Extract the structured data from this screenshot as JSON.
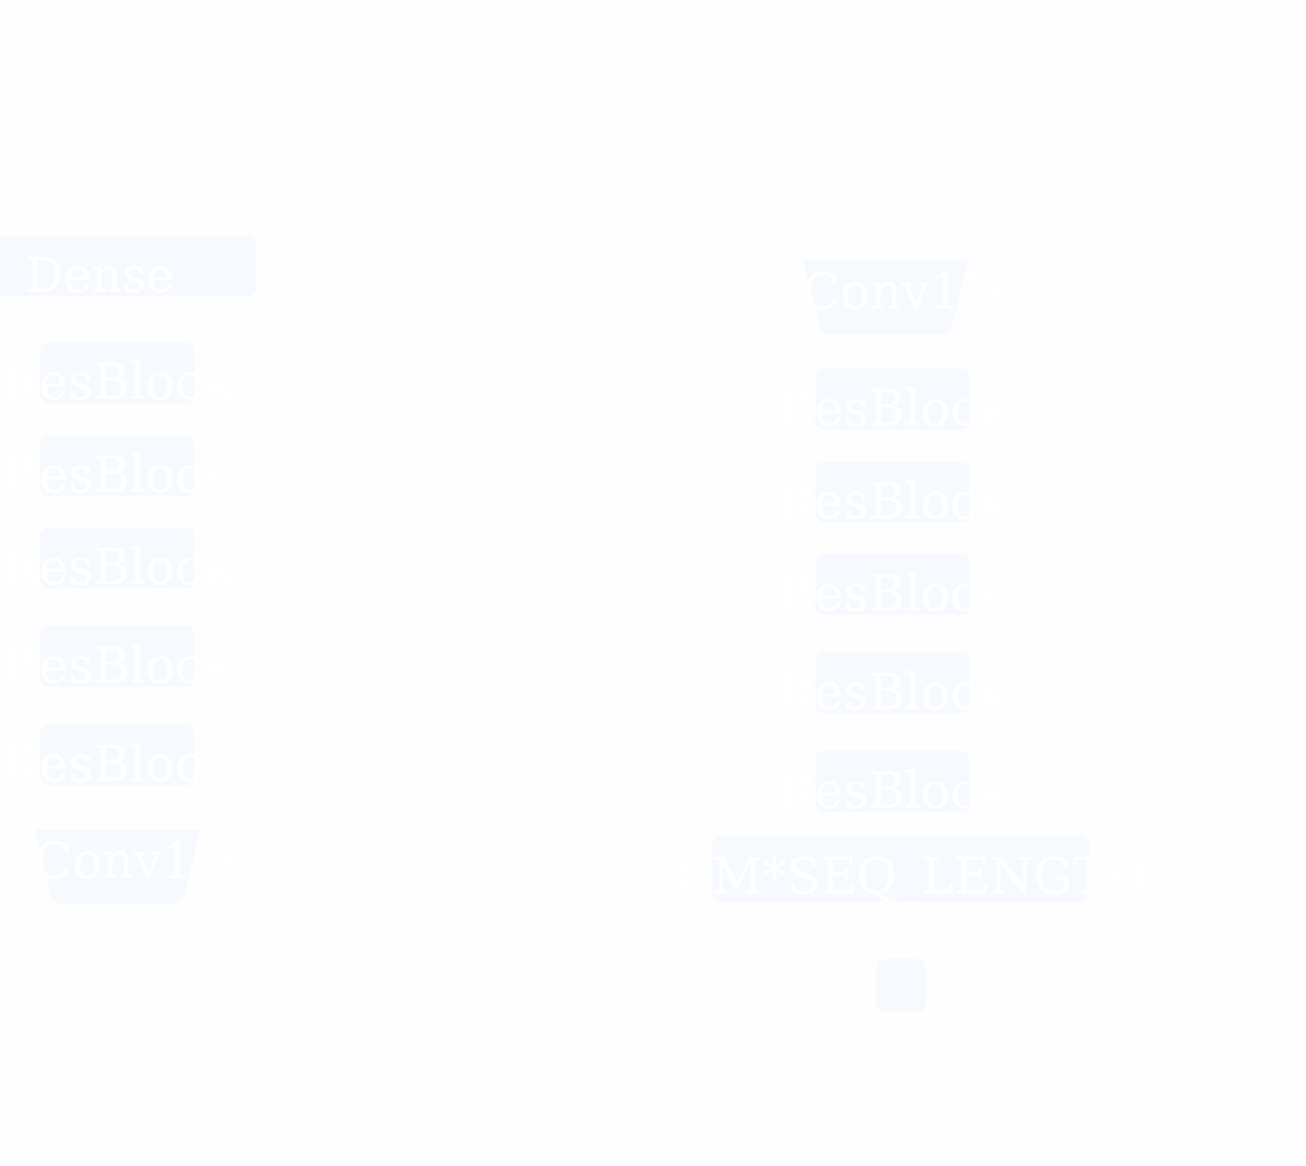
{
  "colors": {
    "background": "#fefefe",
    "block_fill": "#f6faff",
    "label_text": "#ffffff"
  },
  "left_column": {
    "dense": "Dense",
    "resblocks": [
      "ResBlock",
      "ResBlock",
      "ResBlock",
      "ResBlock",
      "ResBlock"
    ],
    "conv": "Conv1D"
  },
  "right_column": {
    "conv": "Conv1D",
    "resblocks": [
      "ResBlock",
      "ResBlock",
      "ResBlock",
      "ResBlock",
      "ResBlock"
    ],
    "reshape": "DIM*SEQ_LENGTH"
  }
}
